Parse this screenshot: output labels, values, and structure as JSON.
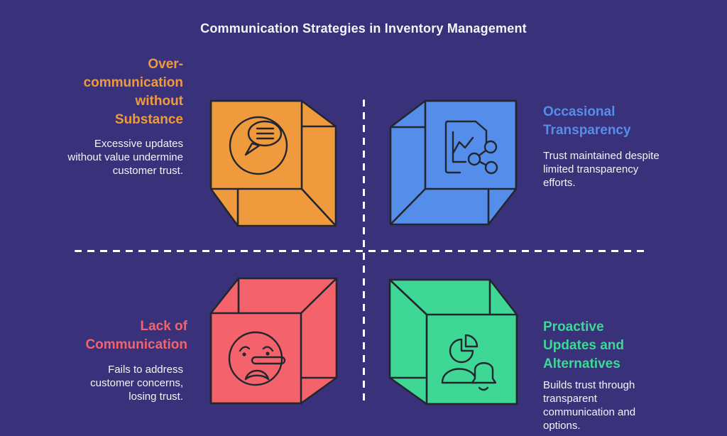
{
  "title": "Communication Strategies in Inventory Management",
  "colors": {
    "bg": "#39327B",
    "orange": "#F09A3E",
    "blue": "#548EEA",
    "red": "#F4636B",
    "green": "#3FD795",
    "text": "#F5F5F8",
    "stroke": "#23262F",
    "divider": "#FFFFFF"
  },
  "quadrants": {
    "top_left": {
      "heading": "Over-communication without Substance",
      "body": "Excessive updates without value undermine customer trust.",
      "accent": "#F09A3E",
      "icon": "speech-bubble-cube-icon"
    },
    "top_right": {
      "heading": "Occasional Transparency",
      "body": "Trust maintained despite limited transparency efforts.",
      "accent": "#548EEA",
      "icon": "document-share-cube-icon"
    },
    "bottom_left": {
      "heading": "Lack of Communication",
      "body": "Fails to address customer concerns, losing trust.",
      "accent": "#F4636B",
      "icon": "lying-face-cube-icon"
    },
    "bottom_right": {
      "heading": "Proactive Updates and Alternatives",
      "body": "Builds trust through transparent communication and options.",
      "accent": "#3FD795",
      "icon": "pie-person-bell-cube-icon"
    }
  }
}
